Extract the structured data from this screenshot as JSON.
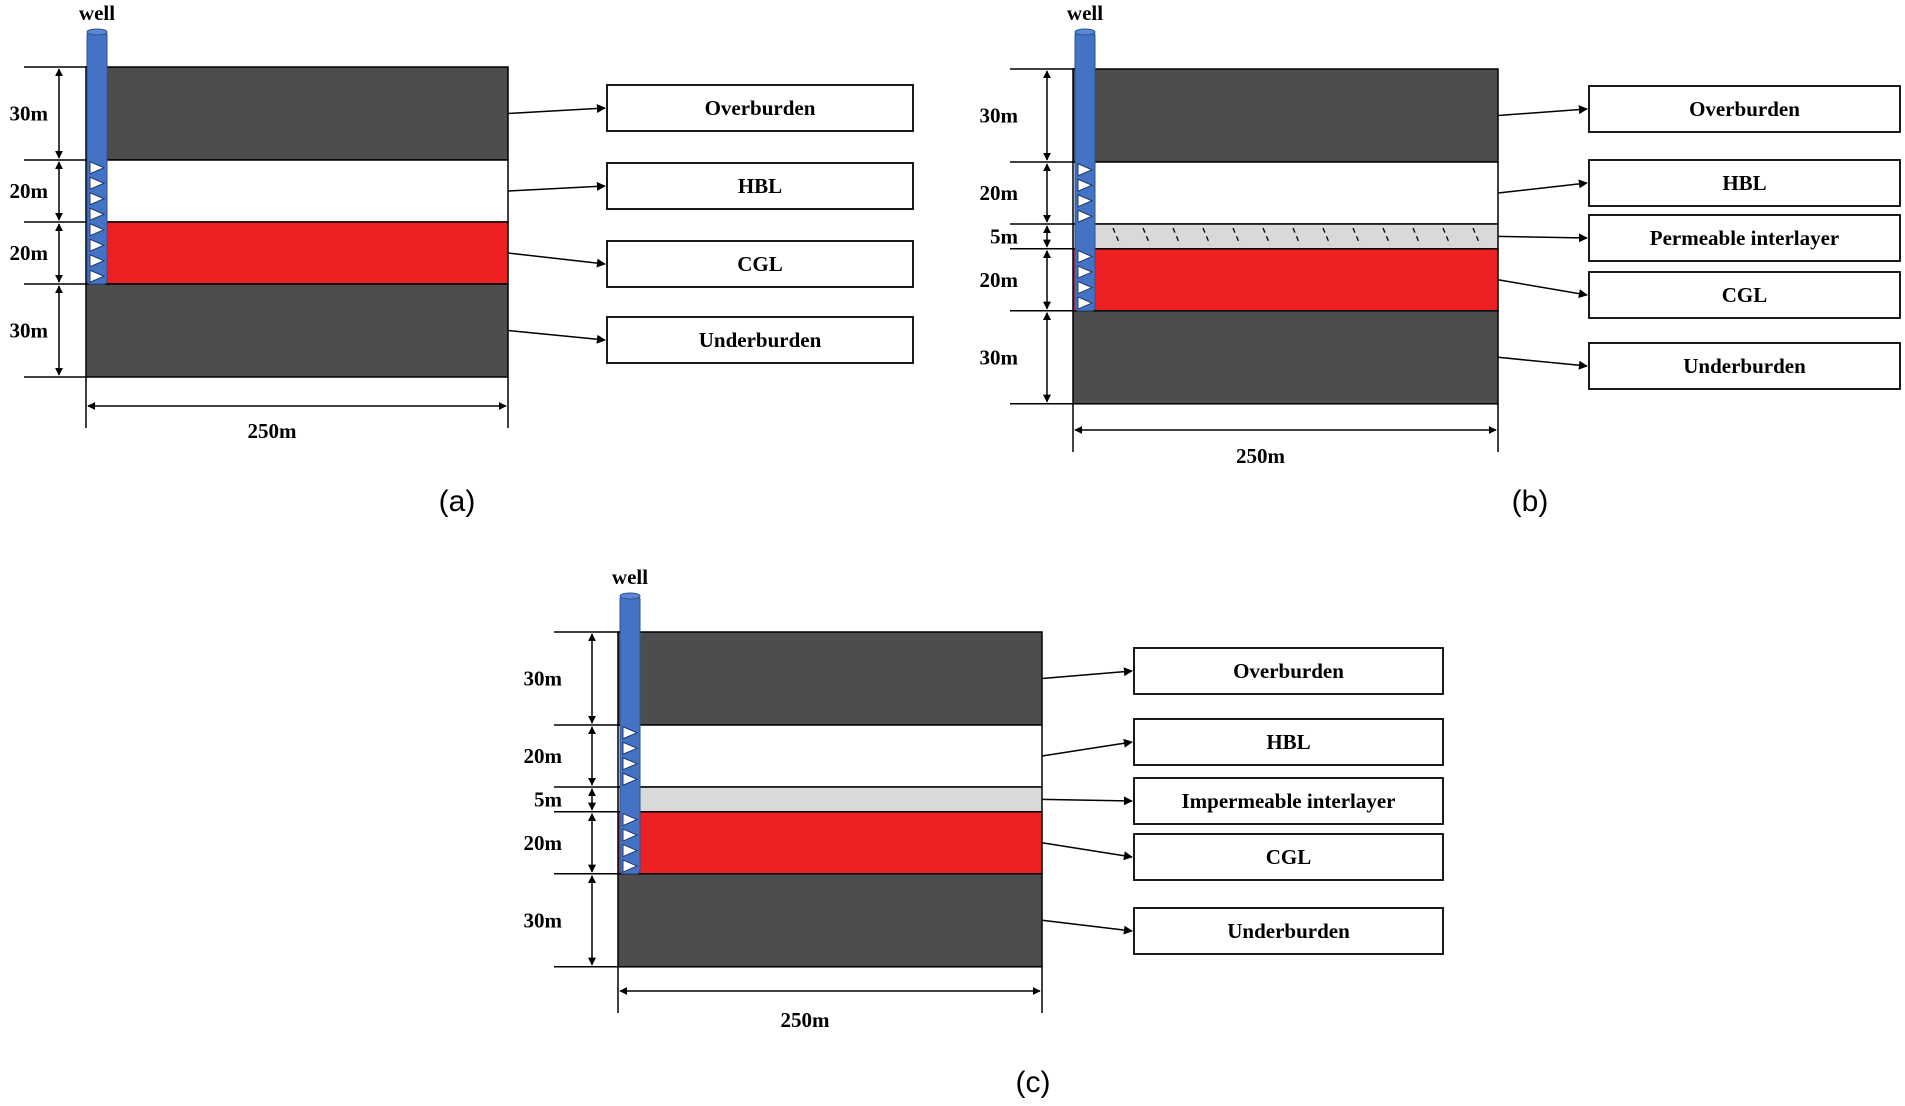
{
  "colors": {
    "overburden": "#4d4d4d",
    "hbl": "#ffffff",
    "cgl": "#ed2024",
    "interlayer": "#d9d9d9",
    "well": "#4472c4",
    "line": "#000000"
  },
  "panels": [
    {
      "id": "a",
      "caption": "(a)",
      "well_label": "well",
      "width_label": "250m",
      "layers": [
        {
          "name": "Overburden",
          "thickness_label": "30m",
          "kind": "overburden",
          "thickness": 30
        },
        {
          "name": "HBL",
          "thickness_label": "20m",
          "kind": "hbl",
          "thickness": 20
        },
        {
          "name": "CGL",
          "thickness_label": "20m",
          "kind": "cgl",
          "thickness": 20
        },
        {
          "name": "Underburden",
          "thickness_label": "30m",
          "kind": "overburden",
          "thickness": 30
        }
      ]
    },
    {
      "id": "b",
      "caption": "(b)",
      "well_label": "well",
      "width_label": "250m",
      "layers": [
        {
          "name": "Overburden",
          "thickness_label": "30m",
          "kind": "overburden",
          "thickness": 30
        },
        {
          "name": "HBL",
          "thickness_label": "20m",
          "kind": "hbl",
          "thickness": 20
        },
        {
          "name": "Permeable interlayer",
          "thickness_label": "5m",
          "kind": "permeable",
          "thickness": 5
        },
        {
          "name": "CGL",
          "thickness_label": "20m",
          "kind": "cgl",
          "thickness": 20
        },
        {
          "name": "Underburden",
          "thickness_label": "30m",
          "kind": "overburden",
          "thickness": 30
        }
      ]
    },
    {
      "id": "c",
      "caption": "(c)",
      "well_label": "well",
      "width_label": "250m",
      "layers": [
        {
          "name": "Overburden",
          "thickness_label": "30m",
          "kind": "overburden",
          "thickness": 30
        },
        {
          "name": "HBL",
          "thickness_label": "20m",
          "kind": "hbl",
          "thickness": 20
        },
        {
          "name": "Impermeable interlayer",
          "thickness_label": "5m",
          "kind": "impermeable",
          "thickness": 5
        },
        {
          "name": "CGL",
          "thickness_label": "20m",
          "kind": "cgl",
          "thickness": 20
        },
        {
          "name": "Underburden",
          "thickness_label": "30m",
          "kind": "overburden",
          "thickness": 30
        }
      ]
    }
  ]
}
